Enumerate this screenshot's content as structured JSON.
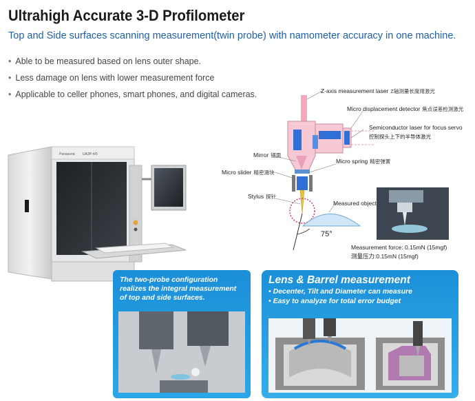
{
  "header": {
    "title": "Ultrahigh Accurate 3-D Profilometer",
    "subtitle": "Top and Side surfaces scanning measurement(twin probe) with namometer accuracy in one machine."
  },
  "features": [
    "Able to be measured based on lens outer shape.",
    "Less damage on lens with lower measurement force",
    "Applicable to celler phones, smart phones, and digital cameras."
  ],
  "diagram": {
    "z_laser": {
      "en": "Z-axis measurement laser",
      "cn": "Z轴测量长度用激光"
    },
    "micro_disp": {
      "en": "Micro displacement detector",
      "cn": "焦点误差检测激光"
    },
    "semi_laser": {
      "en": "Semiconductor laser for focus servo",
      "cn": "控制探头上下的半导体激光"
    },
    "mirror": {
      "en": "Mirror",
      "cn": "镜面"
    },
    "micro_spring": {
      "en": "Micro spring",
      "cn": "精密弹簧"
    },
    "micro_slider": {
      "en": "Micro slider",
      "cn": "精密滑块"
    },
    "stylus": {
      "en": "Stylus",
      "cn": "探针"
    },
    "measured_object": "Measured object",
    "angle": "75°",
    "force_en": "Measurement force: 0.15mN (15mgf)",
    "force_cn": "测量压力:0.15mN (15mgf)"
  },
  "machine": {
    "brand": "Panasonic",
    "model": "UA3P-4/5"
  },
  "callout_left": {
    "text": "The two-probe configuration realizes the integral measurement of top and side surfaces."
  },
  "callout_right": {
    "heading": "Lens & Barrel measurement",
    "bullet1": "• Decenter, Tilt and Diameter can measure",
    "bullet2": "• Easy to analyze for total error budget"
  },
  "colors": {
    "title": "#1a1a1a",
    "subtitle": "#1f5fa8",
    "callout_blue": "#1b8fd8",
    "laser_pink": "#f2a0b4",
    "beam_blue": "#2f6fd6"
  }
}
